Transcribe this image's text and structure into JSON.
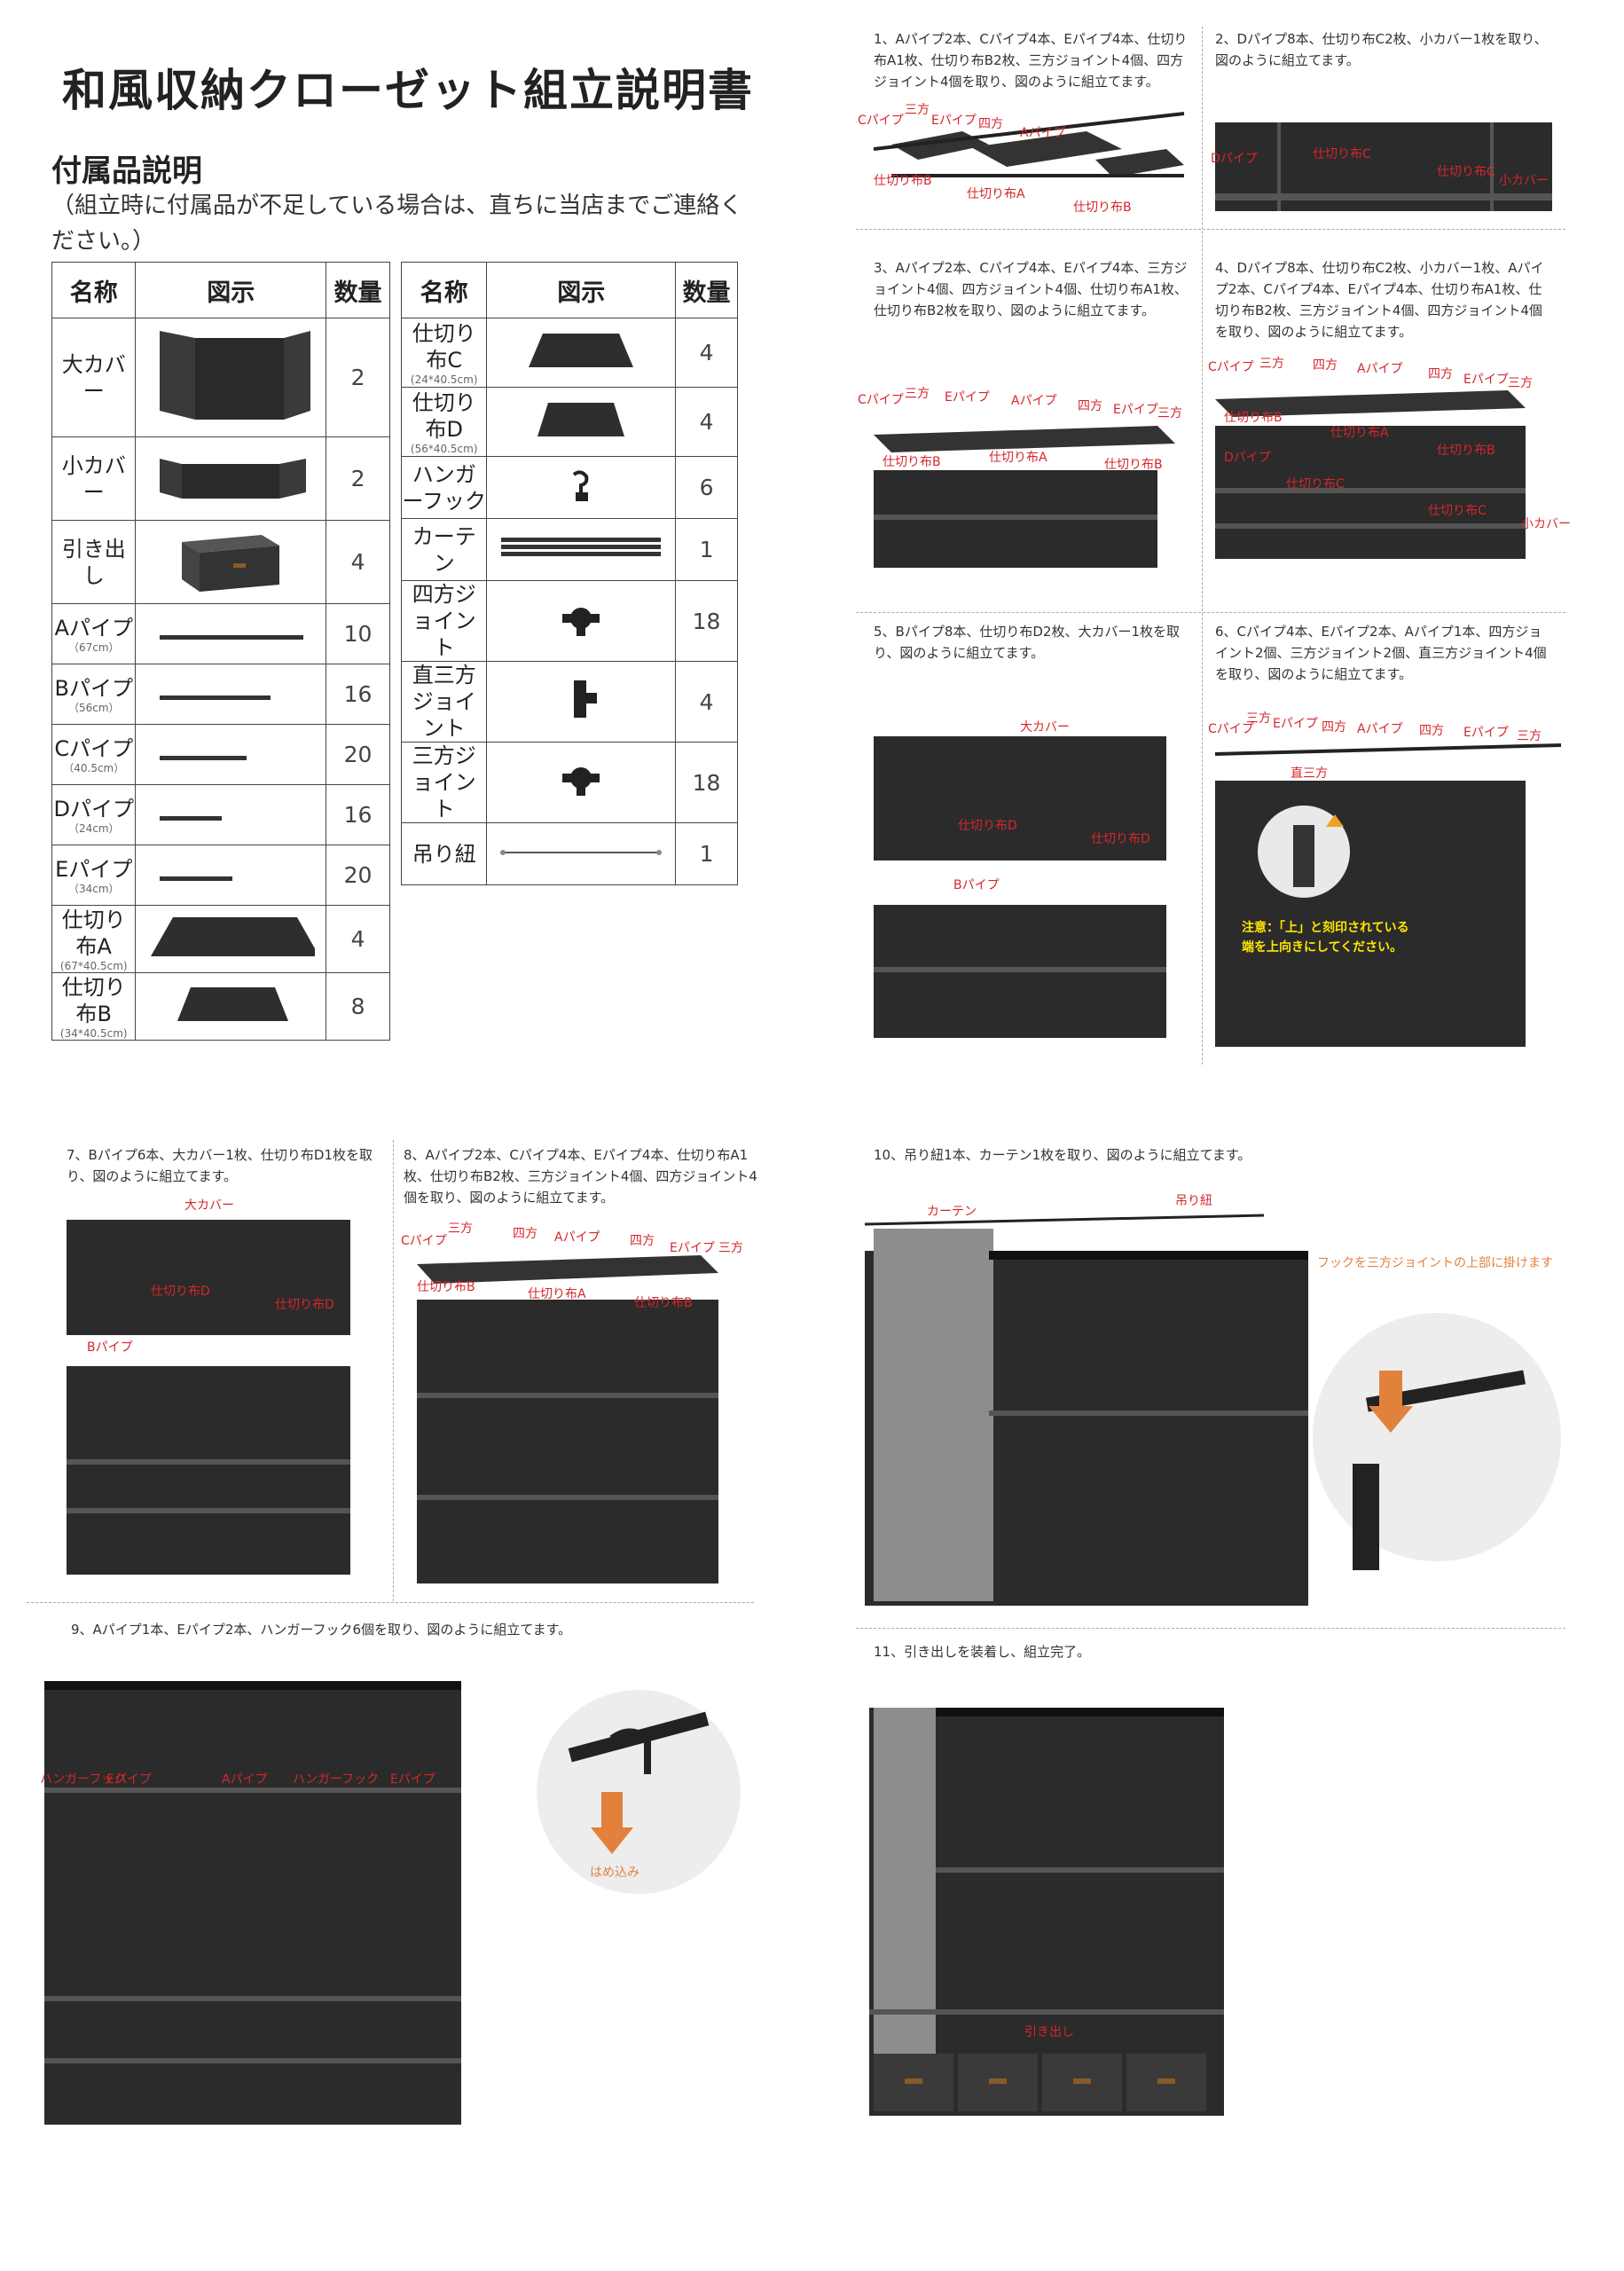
{
  "title": "和風収納クローゼット組立説明書",
  "parts_heading": "付属品説明",
  "parts_note": "（組立時に付属品が不足している場合は、直ちに当店までご連絡ください。）",
  "table_headers": {
    "name": "名称",
    "image": "図示",
    "qty": "数量"
  },
  "parts_left": [
    {
      "name": "大カバー",
      "size": "",
      "qty": "2"
    },
    {
      "name": "小カバー",
      "size": "",
      "qty": "2"
    },
    {
      "name": "引き出し",
      "size": "",
      "qty": "4"
    },
    {
      "name": "Aパイプ",
      "size": "（67cm）",
      "qty": "10"
    },
    {
      "name": "Bパイプ",
      "size": "（56cm）",
      "qty": "16"
    },
    {
      "name": "Cパイプ",
      "size": "（40.5cm）",
      "qty": "20"
    },
    {
      "name": "Dパイプ",
      "size": "（24cm）",
      "qty": "16"
    },
    {
      "name": "Eパイプ",
      "size": "（34cm）",
      "qty": "20"
    },
    {
      "name": "仕切り布A",
      "size": "(67*40.5cm)",
      "qty": "4"
    },
    {
      "name": "仕切り布B",
      "size": "(34*40.5cm)",
      "qty": "8"
    }
  ],
  "parts_right": [
    {
      "name": "仕切り布C",
      "size": "(24*40.5cm)",
      "qty": "4"
    },
    {
      "name": "仕切り布D",
      "size": "(56*40.5cm)",
      "qty": "4"
    },
    {
      "name": "ハンガーフック",
      "size": "",
      "qty": "6"
    },
    {
      "name": "カーテン",
      "size": "",
      "qty": "1"
    },
    {
      "name": "四方ジョイント",
      "size": "",
      "qty": "18"
    },
    {
      "name": "直三方ジョイント",
      "size": "",
      "qty": "4"
    },
    {
      "name": "三方ジョイント",
      "size": "",
      "qty": "18"
    },
    {
      "name": "吊り紐",
      "size": "",
      "qty": "1"
    }
  ],
  "steps": [
    "1、Aパイプ2本、Cパイプ4本、Eパイプ4本、仕切り布A1枚、仕切り布B2枚、三方ジョイント4個、四方ジョイント4個を取り、図のように組立てます。",
    "2、Dパイプ8本、仕切り布C2枚、小カバー1枚を取り、図のように組立てます。",
    "3、Aパイプ2本、Cパイプ4本、Eパイプ4本、三方ジョイント4個、四方ジョイント4個、仕切り布A1枚、仕切り布B2枚を取り、図のように組立てます。",
    "4、Dパイプ8本、仕切り布C2枚、小カバー1枚、Aパイプ2本、Cパイプ4本、Eパイプ4本、仕切り布A1枚、仕切り布B2枚、三方ジョイント4個、四方ジョイント4個を取り、図のように組立てます。",
    "5、Bパイプ8本、仕切り布D2枚、大カバー1枚を取り、図のように組立てます。",
    "6、Cパイプ4本、Eパイプ2本、Aパイプ1本、四方ジョイント2個、三方ジョイント2個、直三方ジョイント4個を取り、図のように組立てます。",
    "7、Bパイプ6本、大カバー1枚、仕切り布D1枚を取り、図のように組立てます。",
    "8、Aパイプ2本、Cパイプ4本、Eパイプ4本、仕切り布A1枚、仕切り布B2枚、三方ジョイント4個、四方ジョイント4個を取り、図のように組立てます。",
    "9、Aパイプ1本、Eパイプ2本、ハンガーフック6個を取り、図のように組立てます。",
    "10、吊り紐1本、カーテン1枚を取り、図のように組立てます。",
    "11、引き出しを装着し、組立完了。"
  ],
  "labels": {
    "c_pipe": "Cパイプ",
    "e_pipe": "Eパイプ",
    "a_pipe": "Aパイプ",
    "d_pipe": "Dパイプ",
    "b_pipe": "Bパイプ",
    "sanpo": "三方",
    "shiho": "四方",
    "cloth_a": "仕切り布A",
    "cloth_b": "仕切り布B",
    "cloth_c": "仕切り布C",
    "cloth_d": "仕切り布D",
    "small_cover": "小カバー",
    "big_cover": "大カバー",
    "choku_sanpo": "直三方",
    "caution": "注意：「上」と刻印されている端を上向きにしてください。",
    "hanger_hook": "ハンガーフック",
    "hamekomi": "はめ込み",
    "curtain": "カーテン",
    "tsurihimo": "吊り紐",
    "hook_note": "フックを三方ジョイントの上部に掛けます",
    "drawer": "引き出し"
  },
  "colors": {
    "accent_red": "#d7262b",
    "arrow_blue": "#4a7fd0",
    "orange": "#e2813c",
    "fabric": "#2b2b2b"
  }
}
